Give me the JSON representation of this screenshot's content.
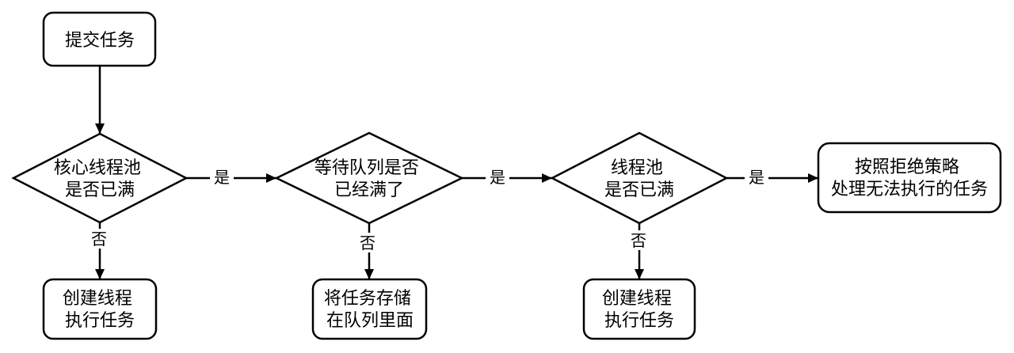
{
  "diagram": {
    "type": "flowchart",
    "colors": {
      "stroke": "#000000",
      "background": "#ffffff",
      "text": "#000000"
    },
    "nodes": {
      "submit": {
        "shape": "rounded-rect",
        "lines": [
          "提交任务"
        ]
      },
      "core_pool_full": {
        "shape": "decision",
        "lines": [
          "核心线程池",
          "是否已满"
        ]
      },
      "create_thread_first": {
        "shape": "rounded-rect",
        "lines": [
          "创建线程",
          "执行任务"
        ]
      },
      "queue_full": {
        "shape": "decision",
        "lines": [
          "等待队列是否",
          "已经满了"
        ]
      },
      "store_in_queue": {
        "shape": "rounded-rect",
        "lines": [
          "将任务存储",
          "在队列里面"
        ]
      },
      "pool_full": {
        "shape": "decision",
        "lines": [
          "线程池",
          "是否已满"
        ]
      },
      "create_thread_second": {
        "shape": "rounded-rect",
        "lines": [
          "创建线程",
          "执行任务"
        ]
      },
      "reject_policy": {
        "shape": "rounded-rect",
        "lines": [
          "按照拒绝策略",
          "处理无法执行的任务"
        ]
      }
    },
    "edge_labels": {
      "yes1": "是",
      "no1": "否",
      "yes2": "是",
      "no2": "否",
      "yes3": "是",
      "no3": "否"
    }
  }
}
